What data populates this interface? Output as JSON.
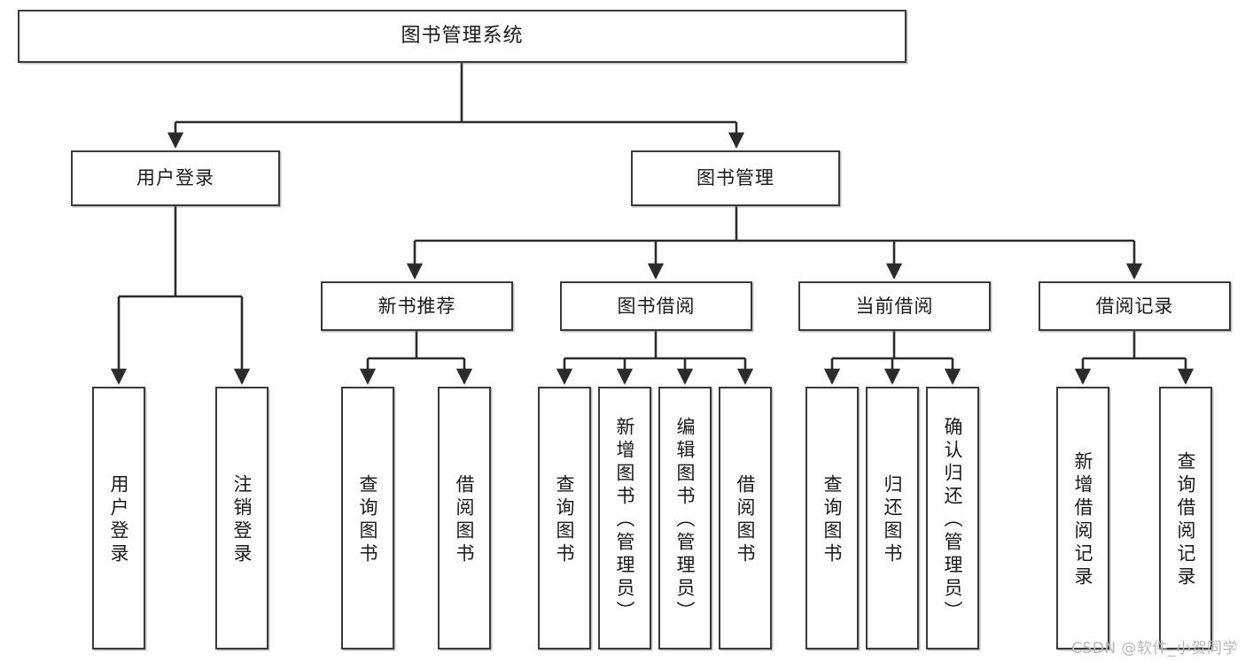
{
  "diagram": {
    "title": "图书管理系统",
    "type": "tree-hierarchy-chart",
    "colors": {
      "box_border": "#3a3a3a",
      "box_fill": "#ffffff",
      "edge": "#2b2b2b",
      "text": "#1a1a1a",
      "watermark": "#b8b8b8"
    },
    "root": {
      "id": "root",
      "label": "图书管理系统"
    },
    "level2": [
      {
        "id": "user-login",
        "label": "用户登录"
      },
      {
        "id": "book-manage",
        "label": "图书管理"
      }
    ],
    "level3": [
      {
        "id": "new-book-rec",
        "label": "新书推荐"
      },
      {
        "id": "book-borrow",
        "label": "图书借阅"
      },
      {
        "id": "current-borrow",
        "label": "当前借阅"
      },
      {
        "id": "borrow-record",
        "label": "借阅记录"
      }
    ],
    "leaves": {
      "user_login": [
        {
          "id": "leaf-user-login",
          "label": "用户登录"
        },
        {
          "id": "leaf-logout-login",
          "label": "注销登录"
        }
      ],
      "new_book_rec": [
        {
          "id": "leaf-query-book-1",
          "label": "查询图书"
        },
        {
          "id": "leaf-borrow-book-1",
          "label": "借阅图书"
        }
      ],
      "book_borrow": [
        {
          "id": "leaf-query-book-2",
          "label": "查询图书"
        },
        {
          "id": "leaf-add-book",
          "label": "新增图书（管理员）"
        },
        {
          "id": "leaf-edit-book",
          "label": "编辑图书（管理员）"
        },
        {
          "id": "leaf-borrow-book-2",
          "label": "借阅图书"
        }
      ],
      "current_borrow": [
        {
          "id": "leaf-query-book-3",
          "label": "查询图书"
        },
        {
          "id": "leaf-return-book",
          "label": "归还图书"
        },
        {
          "id": "leaf-confirm-return",
          "label": "确认归还（管理员）"
        }
      ],
      "borrow_record": [
        {
          "id": "leaf-add-record",
          "label": "新增借阅记录"
        },
        {
          "id": "leaf-query-record",
          "label": "查询借阅记录"
        }
      ]
    },
    "watermark": "CSDN @软件_小贺同学"
  }
}
